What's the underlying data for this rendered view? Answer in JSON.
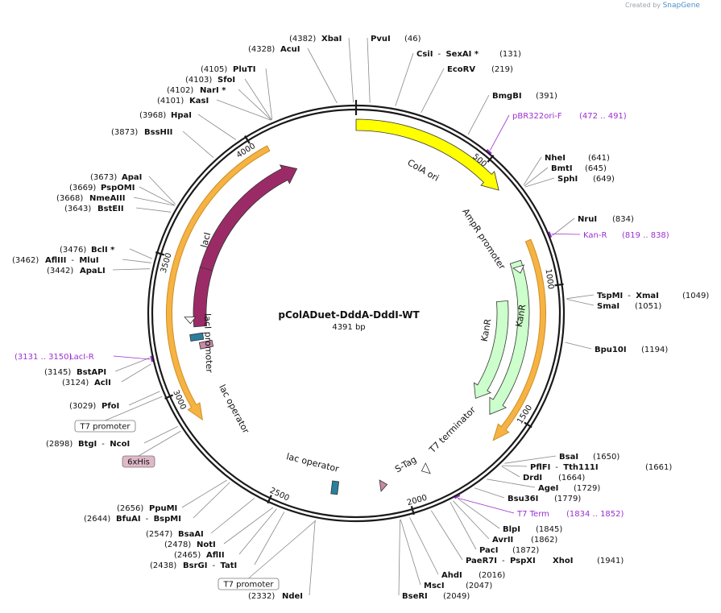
{
  "credit": {
    "prefix": "Created by",
    "brand": "SnapGene"
  },
  "plasmid": {
    "name": "pColADuet-DddA-DddI-WT",
    "length_label": "4391 bp",
    "length": 4391
  },
  "colors": {
    "backbone": "#1a1a1a",
    "enzyme_line": "#888888",
    "primer": "#9b30d0",
    "cola_ori": "#ffff00",
    "laci": "#9b2b66",
    "kanr": "#ccffcc",
    "orange_outline": "#f5a623",
    "s_tag": "#c98aa6",
    "lac_operator": "#2a7f9c"
  },
  "ticks": [
    "500",
    "1000",
    "1500",
    "2000",
    "2500",
    "3000",
    "3500",
    "4000"
  ],
  "features": [
    {
      "name": "ColA ori",
      "color": "#ffff00"
    },
    {
      "name": "AmpR promoter",
      "color": "#ffffff"
    },
    {
      "name": "KanR",
      "color": "#ccffcc"
    },
    {
      "name": "KanR",
      "color": "#ccffcc"
    },
    {
      "name": "lacI",
      "color": "#9b2b66"
    },
    {
      "name": "lacI promoter",
      "color": "#ffffff"
    },
    {
      "name": "lac operator",
      "color": "#2a7f9c"
    },
    {
      "name": "lac operator",
      "color": "#2a7f9c"
    },
    {
      "name": "S-Tag",
      "color": "#c98aa6"
    },
    {
      "name": "T7 terminator",
      "color": "#ffffff"
    }
  ],
  "enzymes": [
    {
      "pos": "(4382)",
      "name": "XbaI"
    },
    {
      "pos": "(46)",
      "name": "PvuI"
    },
    {
      "pos": "(4328)",
      "name": "AcuI"
    },
    {
      "pos": "(131)",
      "name": "CsiI",
      "name2": "SexAI *"
    },
    {
      "pos": "(219)",
      "name": "EcoRV"
    },
    {
      "pos": "(4105)",
      "name": "PluTI"
    },
    {
      "pos": "(4103)",
      "name": "SfoI"
    },
    {
      "pos": "(4102)",
      "name": "NarI *"
    },
    {
      "pos": "(4101)",
      "name": "KasI"
    },
    {
      "pos": "(391)",
      "name": "BmgBI"
    },
    {
      "pos": "(3968)",
      "name": "HpaI"
    },
    {
      "pos": "(3873)",
      "name": "BssHII"
    },
    {
      "pos": "(641)",
      "name": "NheI"
    },
    {
      "pos": "(645)",
      "name": "BmtI"
    },
    {
      "pos": "(649)",
      "name": "SphI"
    },
    {
      "pos": "(3673)",
      "name": "ApaI"
    },
    {
      "pos": "(3669)",
      "name": "PspOMI"
    },
    {
      "pos": "(3668)",
      "name": "NmeAIII"
    },
    {
      "pos": "(3643)",
      "name": "BstEII"
    },
    {
      "pos": "(834)",
      "name": "NruI"
    },
    {
      "pos": "(3476)",
      "name": "BclI *"
    },
    {
      "pos": "(3462)",
      "name": "AflIII",
      "name2": "MluI"
    },
    {
      "pos": "(3442)",
      "name": "ApaLI"
    },
    {
      "pos": "(1049)",
      "name": "TspMI",
      "name2": "XmaI"
    },
    {
      "pos": "(1051)",
      "name": "SmaI"
    },
    {
      "pos": "(1194)",
      "name": "Bpu10I"
    },
    {
      "pos": "(3145)",
      "name": "BstAPI"
    },
    {
      "pos": "(3124)",
      "name": "AclI"
    },
    {
      "pos": "(3029)",
      "name": "PfoI"
    },
    {
      "pos": "(2898)",
      "name": "BtgI",
      "name2": "NcoI"
    },
    {
      "pos": "(1650)",
      "name": "BsaI"
    },
    {
      "pos": "(1661)",
      "name": "PflFI",
      "name2": "Tth111I"
    },
    {
      "pos": "(1664)",
      "name": "DrdI"
    },
    {
      "pos": "(1729)",
      "name": "AgeI"
    },
    {
      "pos": "(1779)",
      "name": "Bsu36I"
    },
    {
      "pos": "(2656)",
      "name": "PpuMI"
    },
    {
      "pos": "(2644)",
      "name": "BfuAI",
      "name2": "BspMI"
    },
    {
      "pos": "(1845)",
      "name": "BlpI"
    },
    {
      "pos": "(1862)",
      "name": "AvrII"
    },
    {
      "pos": "(1872)",
      "name": "PacI"
    },
    {
      "pos": "(1941)",
      "name": "PaeR7I",
      "name2": "PspXI",
      "name3": "XhoI"
    },
    {
      "pos": "(2547)",
      "name": "BsaAI"
    },
    {
      "pos": "(2478)",
      "name": "NotI"
    },
    {
      "pos": "(2465)",
      "name": "AflII"
    },
    {
      "pos": "(2438)",
      "name": "BsrGI",
      "name2": "TatI"
    },
    {
      "pos": "(2016)",
      "name": "AhdI"
    },
    {
      "pos": "(2047)",
      "name": "MscI"
    },
    {
      "pos": "(2049)",
      "name": "BseRI"
    },
    {
      "pos": "(2332)",
      "name": "NdeI"
    }
  ],
  "primers": [
    {
      "name": "pBR322ori-F",
      "range": "(472 .. 491)"
    },
    {
      "name": "Kan-R",
      "range": "(819 .. 838)"
    },
    {
      "name": "LacI-R",
      "range": "(3131 .. 3150)"
    },
    {
      "name": "T7 Term",
      "range": "(1834 .. 1852)"
    }
  ],
  "boxed_labels": [
    {
      "text": "T7 promoter",
      "fill": "#ffffff"
    },
    {
      "text": "6xHis",
      "fill": "#e0b8c8"
    },
    {
      "text": "T7 promoter",
      "fill": "#ffffff"
    }
  ]
}
